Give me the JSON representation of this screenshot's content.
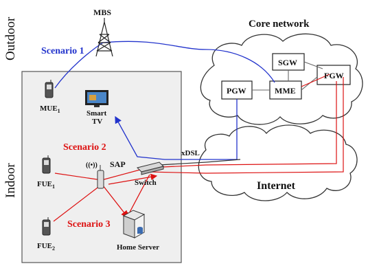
{
  "regions": {
    "outdoor": "Outdoor",
    "indoor": "Indoor"
  },
  "clouds": {
    "core": "Core network",
    "internet": "Internet"
  },
  "nodes": {
    "mbs": "MBS",
    "sgw": "SGW",
    "pgw": "PGW",
    "mme": "MME",
    "fgw": "FGW",
    "mue_base": "MUE",
    "mue_sub": "1",
    "fue1_base": "FUE",
    "fue1_sub": "1",
    "fue2_base": "FUE",
    "fue2_sub": "2",
    "smart_tv_line1": "Smart",
    "smart_tv_line2": "TV",
    "sap": "SAP",
    "switch": "Switch",
    "home_server": "Home Server",
    "xdsl": "xDSL"
  },
  "scenarios": {
    "s1": "Scenario 1",
    "s2": "Scenario 2",
    "s3": "Scenario 3"
  },
  "colors": {
    "scenario1": "#2233cc",
    "scenario2": "#dd1111",
    "scenario3": "#dd1111",
    "indoor_bg": "#efefef"
  }
}
